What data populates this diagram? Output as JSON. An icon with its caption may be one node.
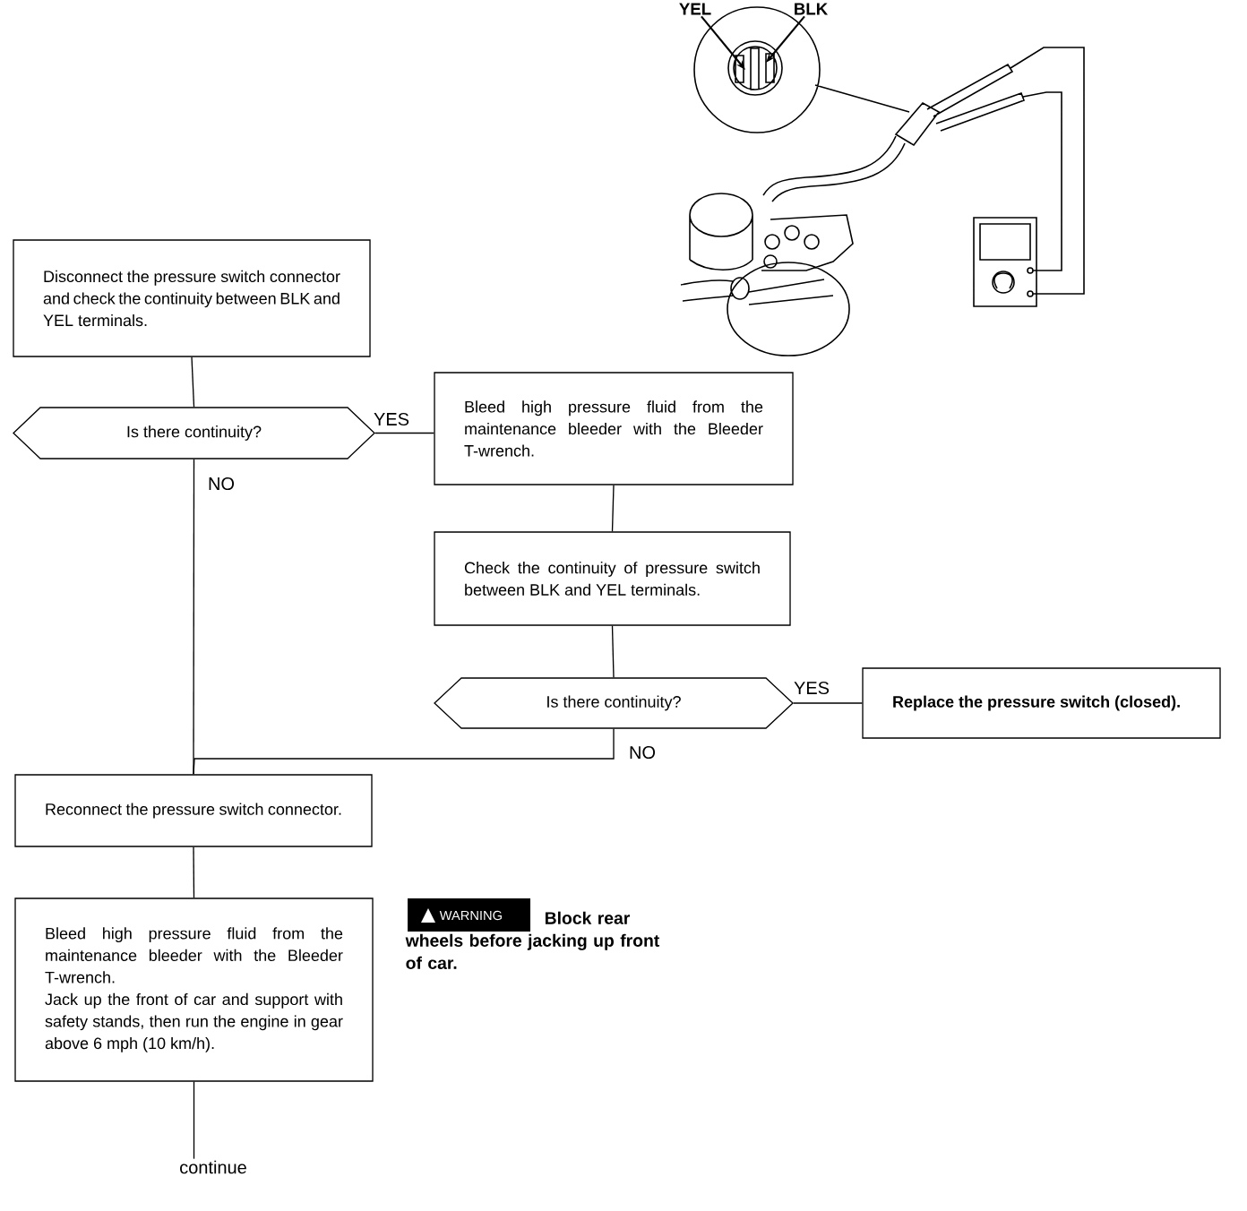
{
  "diagram": {
    "nodes": [
      {
        "text": [
          "Disconnect the pressure switch connector and check the continuity between BLK and YEL terminals."
        ]
      },
      {
        "text": [
          "Is there continuity?"
        ]
      },
      {
        "text": [
          "Bleed high pressure fluid from the maintenance bleeder with the Bleeder T-wrench."
        ]
      },
      {
        "text": [
          "Check the continuity of pressure switch between BLK and YEL terminals."
        ]
      },
      {
        "text": [
          "Is there continuity?"
        ]
      },
      {
        "text": [
          "Replace the pressure switch (closed)."
        ]
      },
      {
        "text": [
          "Reconnect the pressure switch connector."
        ]
      },
      {
        "text": [
          "Bleed high pressure fluid from the maintenance bleeder with the Bleeder T-wrench.",
          "Jack up the front of car and support with safety stands, then run the engine in gear above 6 mph (10 km/h)."
        ]
      },
      {
        "text": [
          "continue"
        ]
      },
      {
        "text": [
          "YEL"
        ]
      },
      {
        "text": [
          "BLK"
        ]
      }
    ],
    "edges": [
      {
        "from": 0,
        "to": 1,
        "arrow": "none"
      },
      {
        "from": 1,
        "to": 2,
        "arrow": "none",
        "label": "YES"
      },
      {
        "from": 1,
        "to": 6,
        "arrow": "none",
        "label": "NO"
      },
      {
        "from": 2,
        "to": 3,
        "arrow": "none"
      },
      {
        "from": 3,
        "to": 4,
        "arrow": "none"
      },
      {
        "from": 4,
        "to": 5,
        "arrow": "none",
        "label": "YES"
      },
      {
        "from": 4,
        "to": 6,
        "arrow": "none",
        "label": "NO"
      },
      {
        "from": 6,
        "to": 7,
        "arrow": "none"
      },
      {
        "from": 7,
        "to": 8,
        "arrow": "none"
      },
      {
        "from": 9,
        "to": null,
        "arrow": "to"
      },
      {
        "from": 10,
        "to": null,
        "arrow": "to"
      }
    ],
    "labels": [
      "WARNING",
      "Block rear wheels before jacking up front of car."
    ]
  }
}
